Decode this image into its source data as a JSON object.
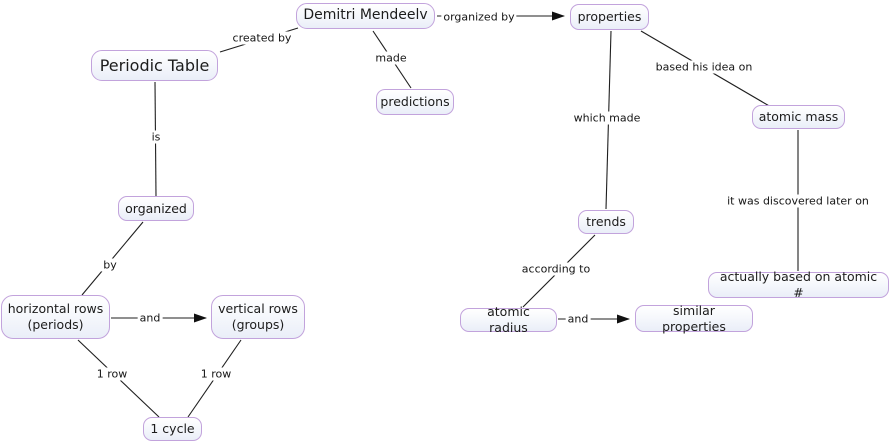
{
  "diagram": {
    "type": "concept-map",
    "colors": {
      "background": "#ffffff",
      "node_border": "#c2a3dc",
      "node_fill_top": "#ffffff",
      "node_fill_bottom": "#eaeef8",
      "line": "#1f1f1f",
      "text": "#1c1c1c"
    },
    "nodes": {
      "periodic_table": {
        "label": "Periodic Table"
      },
      "demitri_mendeelv": {
        "label": "Demitri Mendeelv"
      },
      "properties": {
        "label": "properties"
      },
      "predictions": {
        "label": "predictions"
      },
      "atomic_mass": {
        "label": "atomic mass"
      },
      "organized": {
        "label": "organized"
      },
      "trends": {
        "label": "trends"
      },
      "actually_based": {
        "label": "actually based on atomic #"
      },
      "horizontal_rows": {
        "label": "horizontal rows\n(periods)"
      },
      "vertical_rows": {
        "label": "vertical rows\n(groups)"
      },
      "atomic_radius": {
        "label": "atomic radius"
      },
      "similar_properties": {
        "label": "similar properties"
      },
      "one_cycle": {
        "label": "1 cycle"
      }
    },
    "links": {
      "created_by": {
        "label": "created by"
      },
      "organized_by": {
        "label": "organized by"
      },
      "made": {
        "label": "made"
      },
      "which_made": {
        "label": "which made"
      },
      "based_idea": {
        "label": "based his idea on"
      },
      "discovered": {
        "label": "it was discovered later on"
      },
      "is": {
        "label": "is"
      },
      "by": {
        "label": "by"
      },
      "and_left": {
        "label": "and"
      },
      "one_row_left": {
        "label": "1 row"
      },
      "one_row_right": {
        "label": "1 row"
      },
      "according_to": {
        "label": "according to"
      },
      "and_right": {
        "label": "and"
      }
    },
    "edges": [
      {
        "from": "Periodic Table",
        "to": "Demitri Mendeelv",
        "label": "created by",
        "arrowhead": false
      },
      {
        "from": "Demitri Mendeelv",
        "to": "properties",
        "label": "organized by",
        "arrowhead": true
      },
      {
        "from": "Demitri Mendeelv",
        "to": "predictions",
        "label": "made",
        "arrowhead": false
      },
      {
        "from": "properties",
        "to": "trends",
        "label": "which made",
        "arrowhead": false
      },
      {
        "from": "properties",
        "to": "atomic mass",
        "label": "based his idea on",
        "arrowhead": false
      },
      {
        "from": "atomic mass",
        "to": "actually based on atomic #",
        "label": "it was discovered later on",
        "arrowhead": false
      },
      {
        "from": "Periodic Table",
        "to": "organized",
        "label": "is",
        "arrowhead": false
      },
      {
        "from": "organized",
        "to": "horizontal rows (periods)",
        "label": "by",
        "arrowhead": false
      },
      {
        "from": "horizontal rows (periods)",
        "to": "vertical rows (groups)",
        "label": "and",
        "arrowhead": true
      },
      {
        "from": "horizontal rows (periods)",
        "to": "1 cycle",
        "label": "1 row",
        "arrowhead": false
      },
      {
        "from": "vertical rows (groups)",
        "to": "1 cycle",
        "label": "1 row",
        "arrowhead": false
      },
      {
        "from": "trends",
        "to": "atomic radius",
        "label": "according to",
        "arrowhead": false
      },
      {
        "from": "atomic radius",
        "to": "similar properties",
        "label": "and",
        "arrowhead": true
      }
    ]
  }
}
